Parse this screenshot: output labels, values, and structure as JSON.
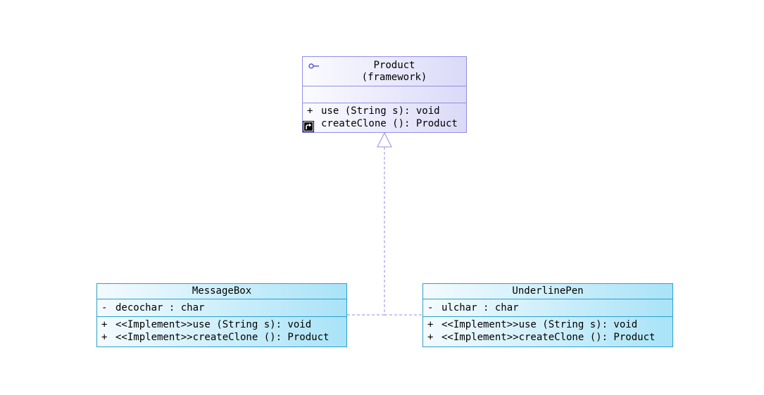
{
  "diagram": {
    "colors": {
      "interface_border": "#8f8fe6",
      "class_border": "#2d9fcc",
      "connector": "#8f8fe6"
    },
    "product": {
      "name": "Product",
      "stereotype": "(framework)",
      "icon": "interface-lollipop-icon",
      "operations": [
        {
          "visibility": "+",
          "text": "use (String s): void"
        },
        {
          "visibility": "",
          "text": "createClone (): Product"
        }
      ],
      "shortcut_icon": "shortcut-arrow-icon"
    },
    "messagebox": {
      "name": "MessageBox",
      "attributes": [
        {
          "visibility": "-",
          "text": "decochar : char"
        }
      ],
      "operations": [
        {
          "visibility": "+",
          "text": "<<Implement>>use (String s): void"
        },
        {
          "visibility": "+",
          "text": "<<Implement>>createClone (): Product"
        }
      ]
    },
    "underlinepen": {
      "name": "UnderlinePen",
      "attributes": [
        {
          "visibility": "-",
          "text": "ulchar : char"
        }
      ],
      "operations": [
        {
          "visibility": "+",
          "text": "<<Implement>>use (String s): void"
        },
        {
          "visibility": "+",
          "text": "<<Implement>>createClone (): Product"
        }
      ]
    }
  }
}
